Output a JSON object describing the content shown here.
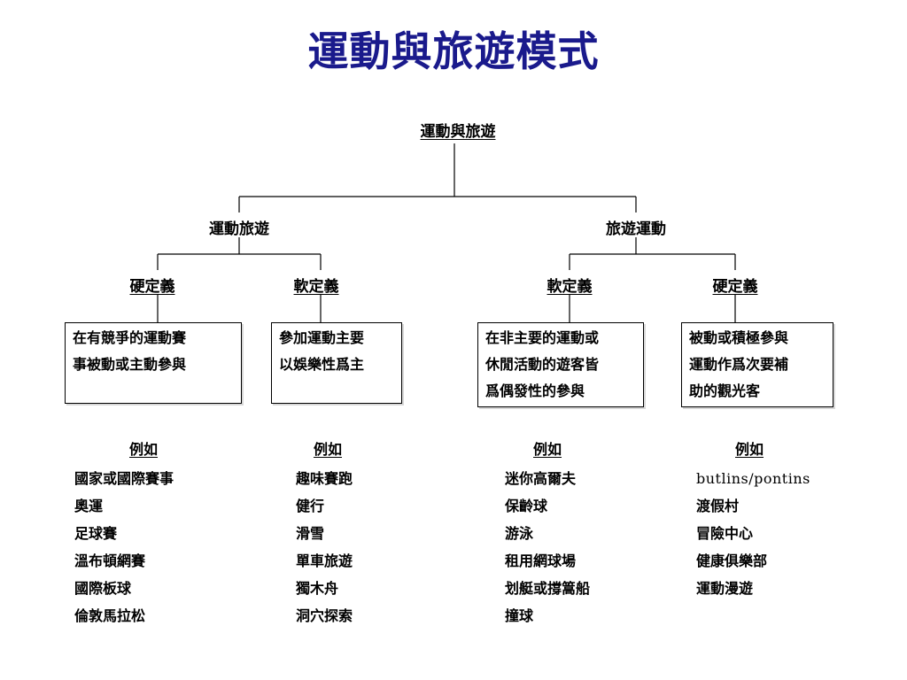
{
  "title": "運動與旅遊模式",
  "root": "運動與旅遊",
  "branches": {
    "left": {
      "label": "運動旅遊",
      "children": {
        "hard": {
          "label": "硬定義",
          "desc": [
            "在有競爭的運動賽",
            "事被動或主動參與"
          ]
        },
        "soft": {
          "label": "軟定義",
          "desc": [
            "參加運動主要",
            "以娛樂性爲主"
          ]
        }
      }
    },
    "right": {
      "label": "旅遊運動",
      "children": {
        "soft": {
          "label": "軟定義",
          "desc": [
            "在非主要的運動或",
            "休閒活動的遊客皆",
            "爲偶發性的參與"
          ]
        },
        "hard": {
          "label": "硬定義",
          "desc": [
            "被動或積極參與",
            "運動作爲次要補",
            "助的觀光客"
          ]
        }
      }
    }
  },
  "examples": [
    {
      "header": "例如",
      "items": [
        "國家或國際賽事",
        "奧運",
        "足球賽",
        "溫布頓網賽",
        "國際板球",
        "倫敦馬拉松"
      ]
    },
    {
      "header": "例如",
      "items": [
        "趣味賽跑",
        "健行",
        "滑雪",
        "單車旅遊",
        "獨木舟",
        "洞穴探索"
      ]
    },
    {
      "header": "例如",
      "items": [
        "迷你高爾夫",
        "保齡球",
        "游泳",
        "租用網球場",
        "划艇或撐篙船",
        "撞球"
      ]
    },
    {
      "header": "例如",
      "items": [
        "butlins/pontins",
        "渡假村",
        "冒險中心",
        "健康俱樂部",
        "運動漫遊"
      ]
    }
  ]
}
